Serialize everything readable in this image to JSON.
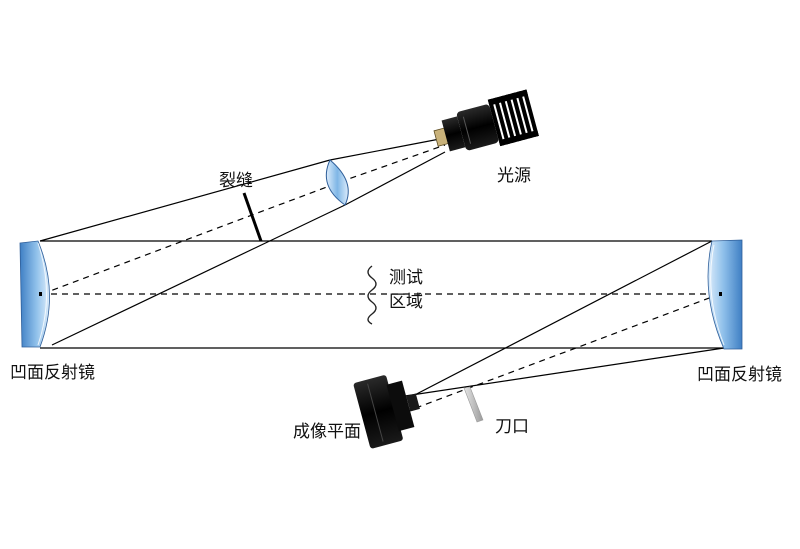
{
  "labels": {
    "slit": "裂缝",
    "light_source": "光源",
    "test_area_line1": "测试",
    "test_area_line2": "区域",
    "mirror_left": "凹面反射镜",
    "mirror_right": "凹面反射镜",
    "imaging_plane": "成像平面",
    "knife_edge": "刀口"
  },
  "colors": {
    "mirror_light": "#dcecfb",
    "mirror_mid": "#8fc0ea",
    "mirror_dark": "#3f7fc4",
    "camera_body": "#121212",
    "line": "#000000"
  }
}
